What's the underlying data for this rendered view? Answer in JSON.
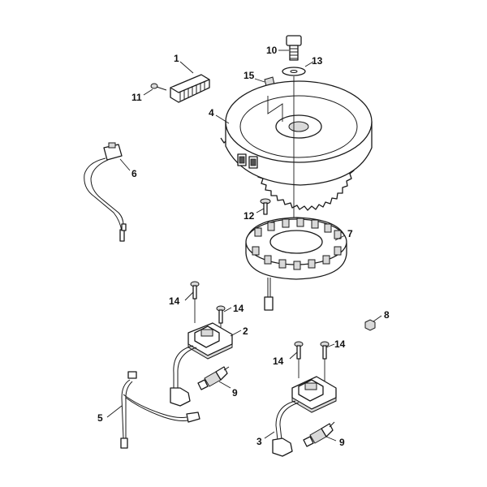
{
  "labels": {
    "p1": "1",
    "p2": "2",
    "p3": "3",
    "p4": "4",
    "p5": "5",
    "p6": "6",
    "p7": "7",
    "p8": "8",
    "p9a": "9",
    "p9b": "9",
    "p10": "10",
    "p11": "11",
    "p12": "12",
    "p13": "13",
    "p14a": "14",
    "p14b": "14",
    "p14c": "14",
    "p14d": "14",
    "p15": "15"
  },
  "colors": {
    "line": "#1a1a1a",
    "background": "#ffffff",
    "shade": "#d9d9d9"
  }
}
